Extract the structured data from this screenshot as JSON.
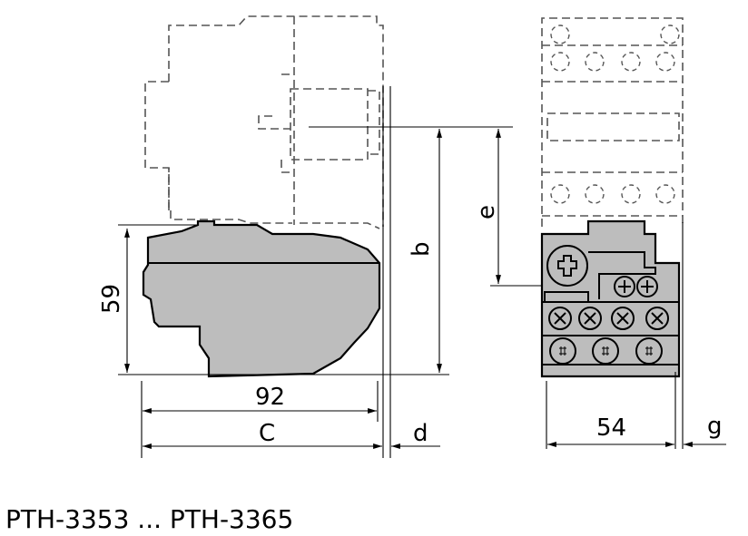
{
  "caption": "PTH-3353 ... PTH-3365",
  "dimensions": {
    "height_59": "59",
    "width_92": "92",
    "width_C": "C",
    "offset_d": "d",
    "height_b": "b",
    "height_e": "e",
    "width_54": "54",
    "offset_g": "g"
  },
  "colors": {
    "body_fill": "#bdbdbd",
    "line": "#000000",
    "dashed": "#555555"
  }
}
